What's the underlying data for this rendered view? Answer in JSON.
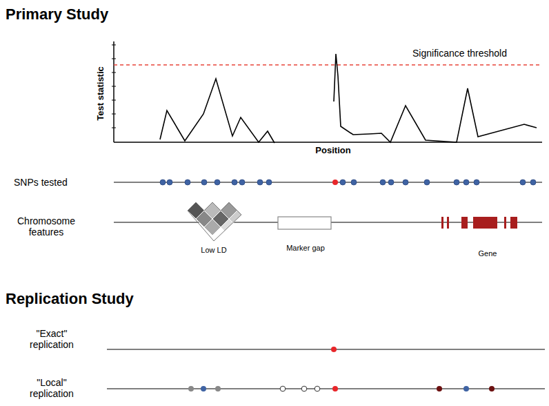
{
  "diagram": {
    "labels": [
      "Primary Study",
      "Significance threshold",
      "Test statistic",
      "Position",
      "SNPs tested",
      "Chromosome features",
      "Low LD",
      "Marker gap",
      "Gene",
      "Replication Study",
      "\"Exact\" replication",
      "\"Local\" replication"
    ]
  }
}
